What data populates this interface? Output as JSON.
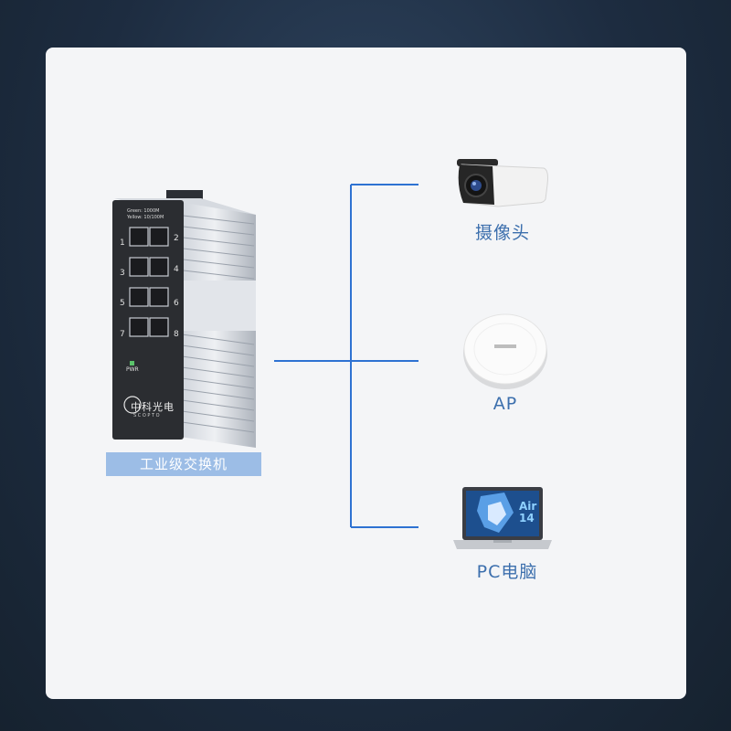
{
  "switch": {
    "label": "工业级交换机",
    "legend_green": "Green: 1000M",
    "legend_yellow": "Yellow: 10/100M",
    "port_numbers": [
      "1",
      "2",
      "3",
      "4",
      "5",
      "6",
      "7",
      "8"
    ],
    "pwr_label": "PWR",
    "brand": "中科光电",
    "brand_en": "S C O P T O"
  },
  "devices": [
    {
      "label": "摄像头",
      "icon": "security-camera-icon"
    },
    {
      "label": "AP",
      "icon": "access-point-icon"
    },
    {
      "label": "PC电脑",
      "icon": "laptop-icon"
    }
  ],
  "laptop_screen_text": "Air 14",
  "colors": {
    "line": "#2e72d2",
    "caption": "#3c6fad",
    "label_bg": "#9cbde6"
  }
}
